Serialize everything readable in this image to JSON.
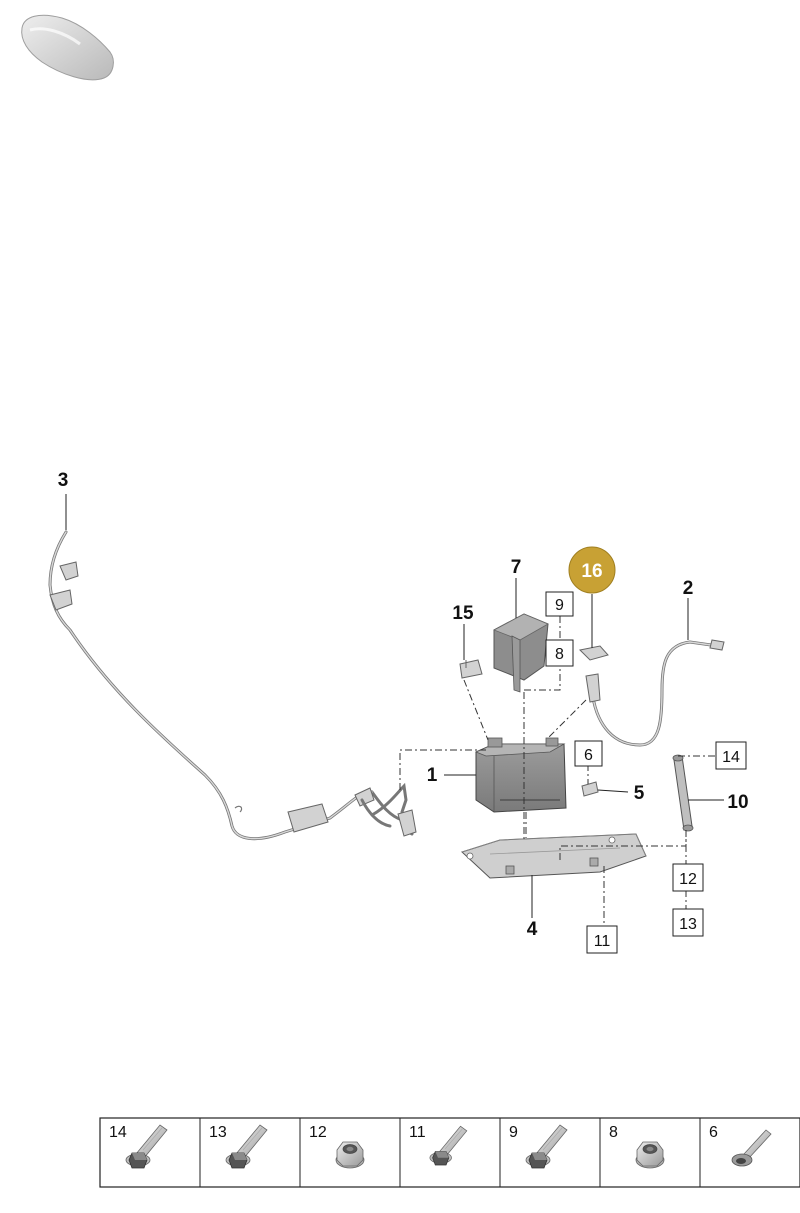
{
  "diagram": {
    "callouts": {
      "c1": "1",
      "c2": "2",
      "c3": "3",
      "c4": "4",
      "c5": "5",
      "c7": "7",
      "c10": "10",
      "c15": "15",
      "c16": "16"
    },
    "boxed_refs": {
      "b9": "9",
      "b8": "8",
      "b6": "6",
      "b14": "14",
      "b12": "12",
      "b13": "13",
      "b11": "11"
    },
    "highlight_color": "#c8a134"
  },
  "fastener_table": {
    "cells": [
      {
        "label": "14",
        "icon": "bolt-icon"
      },
      {
        "label": "13",
        "icon": "bolt-icon"
      },
      {
        "label": "12",
        "icon": "nut-icon"
      },
      {
        "label": "11",
        "icon": "bolt-icon"
      },
      {
        "label": "9",
        "icon": "bolt-icon"
      },
      {
        "label": "8",
        "icon": "nut-icon"
      },
      {
        "label": "6",
        "icon": "screw-icon"
      }
    ]
  }
}
